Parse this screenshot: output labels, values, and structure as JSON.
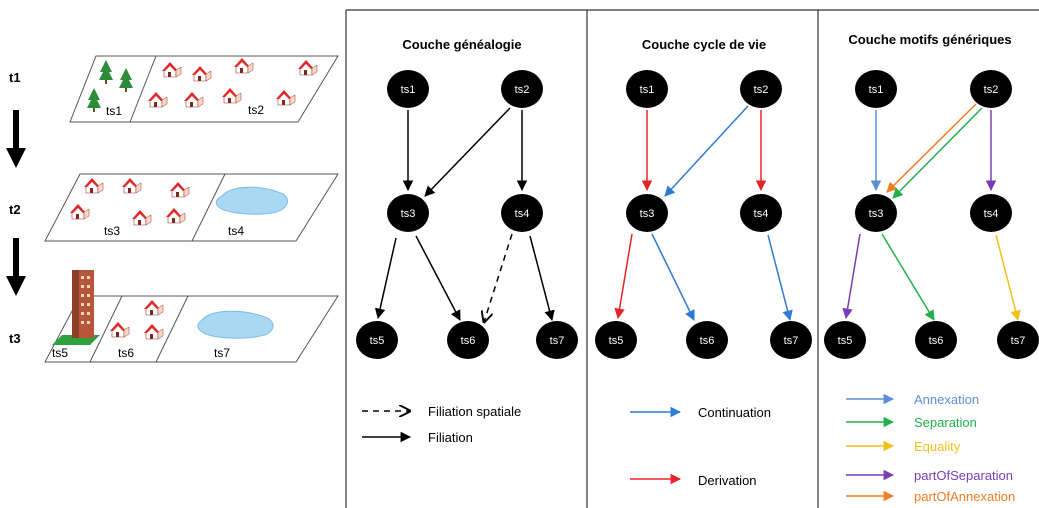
{
  "timeline": {
    "steps": [
      "t1",
      "t2",
      "t3"
    ],
    "t1_labels": [
      "ts1",
      "ts2"
    ],
    "t2_labels": [
      "ts3",
      "ts4"
    ],
    "t3_labels": [
      "ts5",
      "ts6",
      "ts7"
    ]
  },
  "panels": {
    "genealogy": {
      "title": "Couche généalogie",
      "nodes": [
        "ts1",
        "ts2",
        "ts3",
        "ts4",
        "ts5",
        "ts6",
        "ts7"
      ],
      "legend": [
        "Filiation spatiale",
        "Filiation"
      ]
    },
    "lifecycle": {
      "title": "Couche cycle de vie",
      "nodes": [
        "ts1",
        "ts2",
        "ts3",
        "ts4",
        "ts5",
        "ts6",
        "ts7"
      ],
      "legend": [
        "Continuation",
        "Derivation"
      ]
    },
    "patterns": {
      "title": "Couche motifs génériques",
      "nodes": [
        "ts1",
        "ts2",
        "ts3",
        "ts4",
        "ts5",
        "ts6",
        "ts7"
      ],
      "legend": [
        "Annexation",
        "Separation",
        "Equality",
        "partOfSeparation",
        "partOfAnnexation"
      ]
    }
  },
  "colors": {
    "black": "#000000",
    "blue": "#2f7bd1",
    "red": "#e8242a",
    "annexation": "#5b8fd6",
    "separation": "#22b04a",
    "equality": "#f2c01e",
    "partOfSeparation": "#7a3db5",
    "partOfAnnexation": "#f07d22",
    "water": "#a9d8f2"
  }
}
